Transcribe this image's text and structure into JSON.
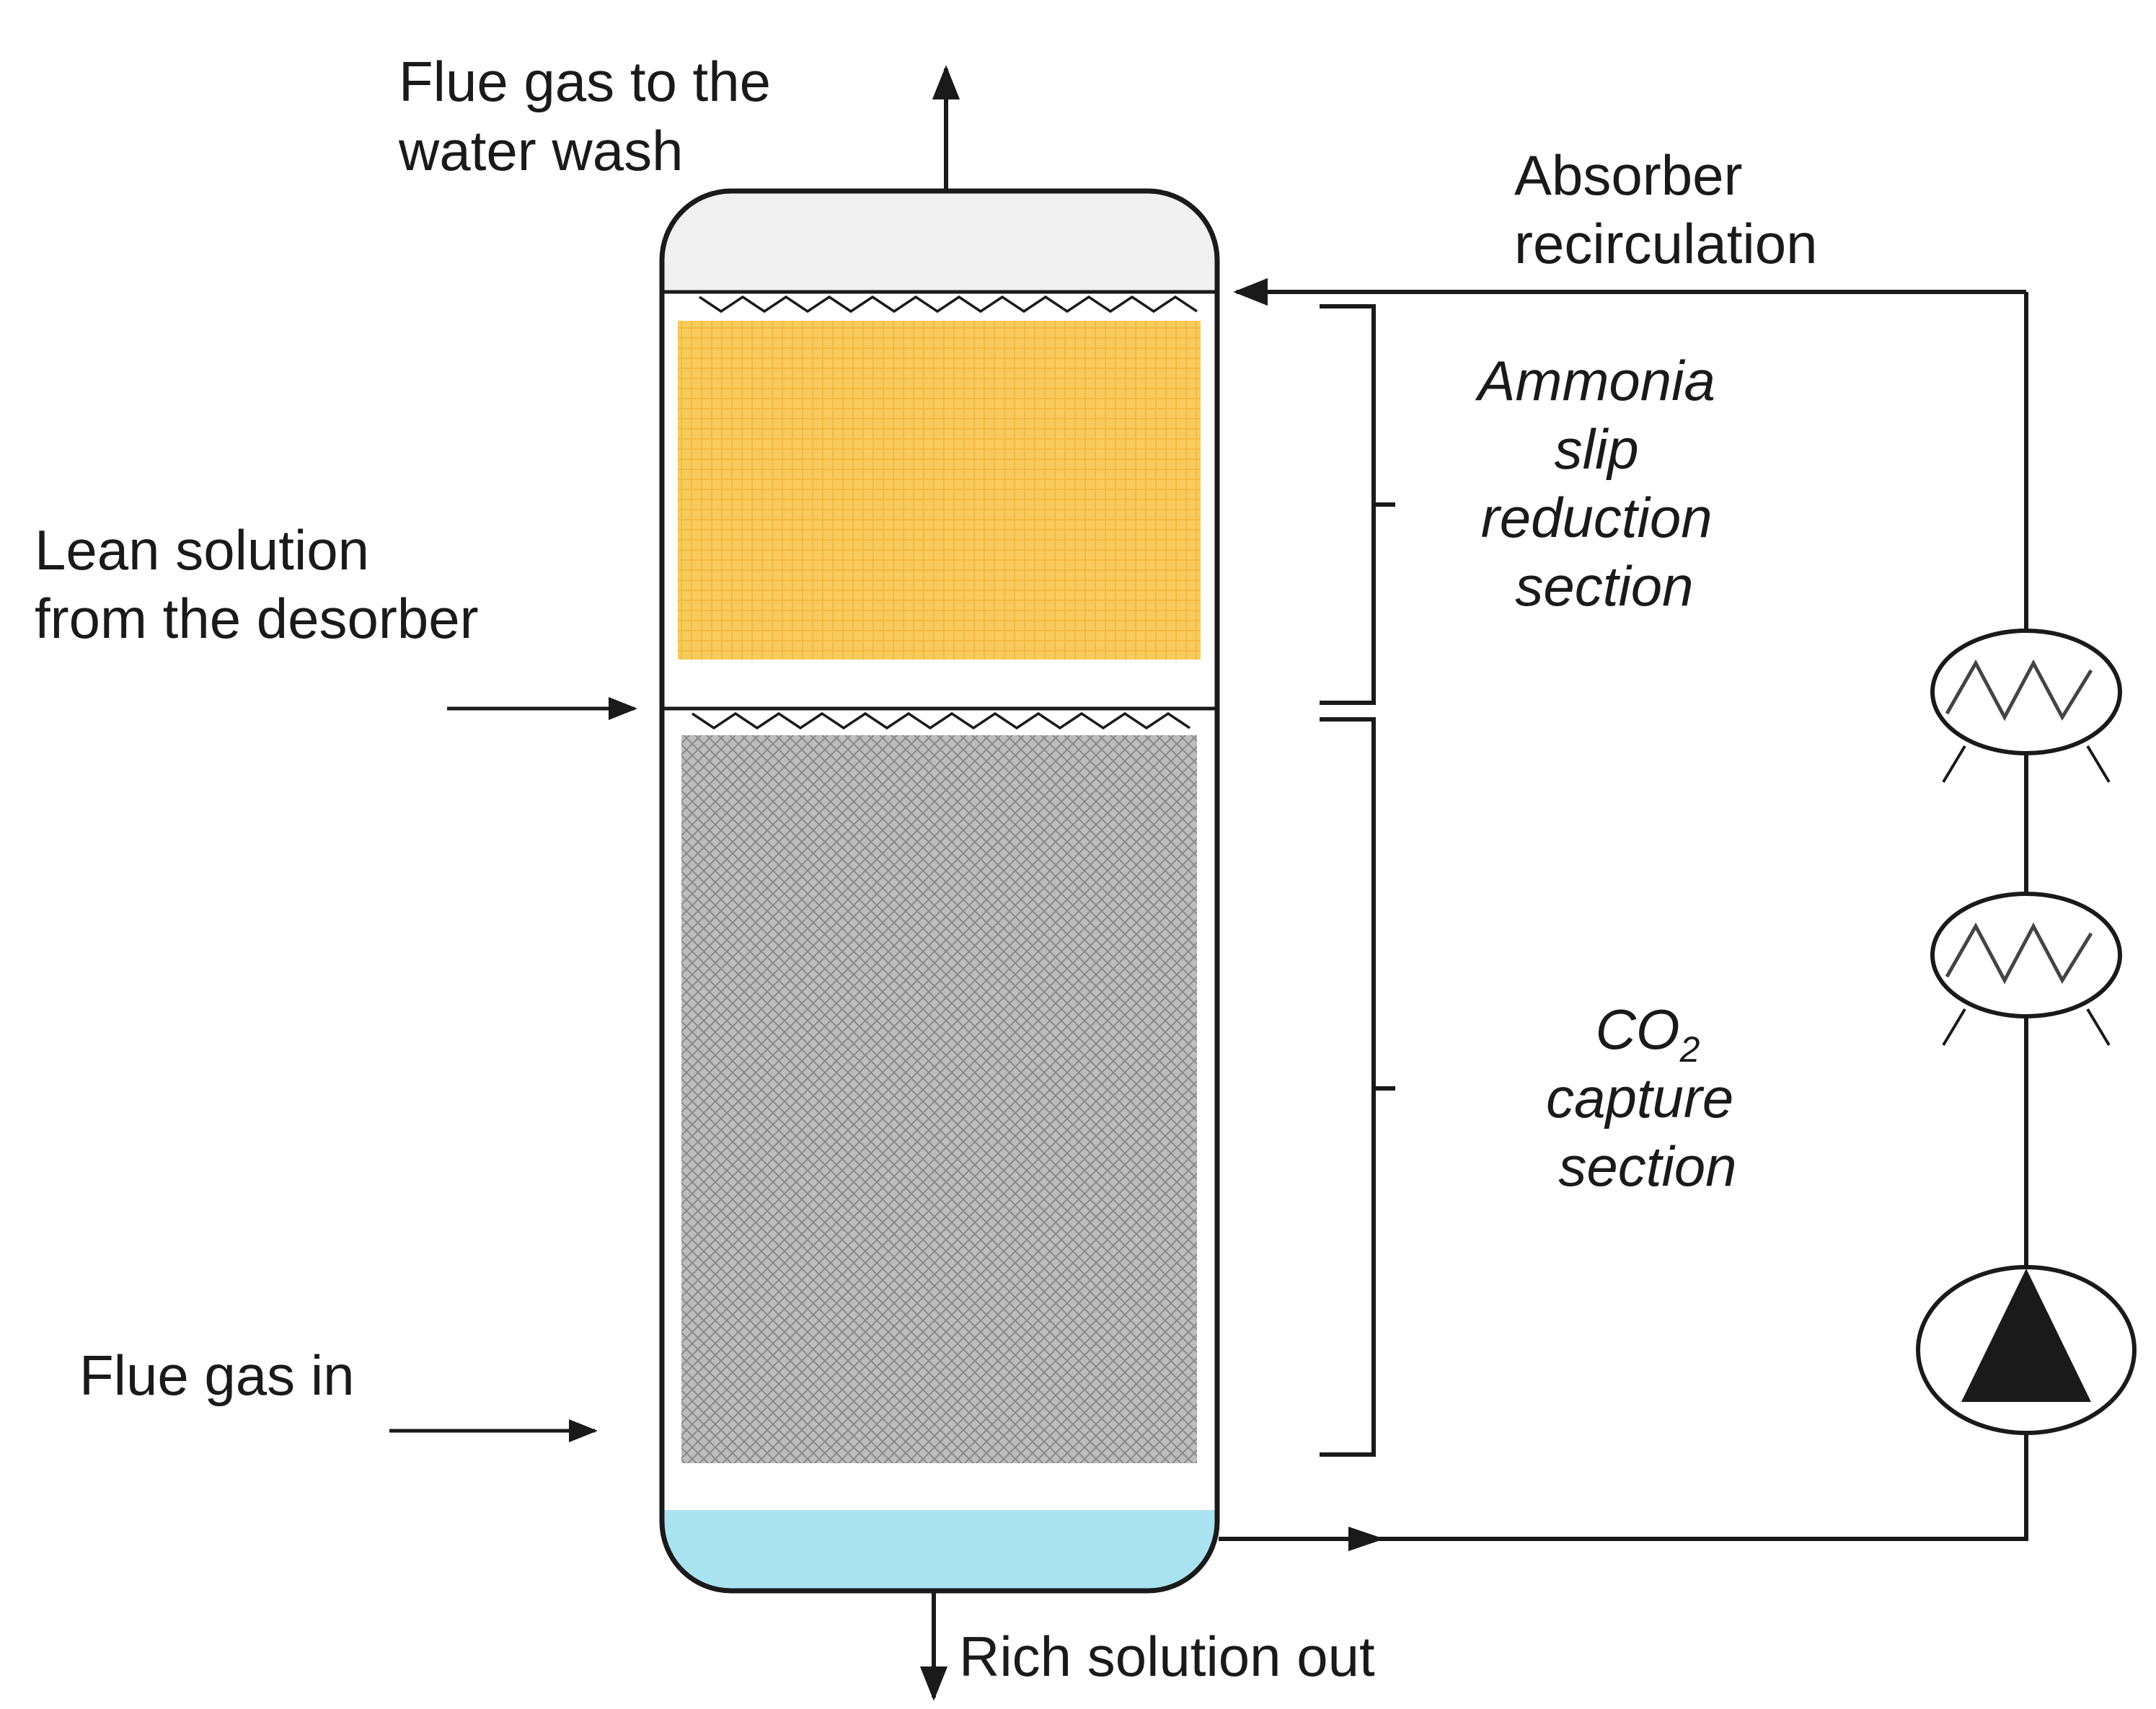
{
  "labels": {
    "flue_gas_out": [
      "Flue gas to the",
      "water wash"
    ],
    "absorber_recirculation": [
      "Absorber",
      "recirculation"
    ],
    "ammonia_section": [
      "Ammonia",
      "slip",
      "reduction",
      "section"
    ],
    "lean_solution": [
      "Lean solution",
      "from the desorber"
    ],
    "co2_prefix": "CO",
    "co2_subscript": "2",
    "co2_section_rest": [
      "capture",
      "section"
    ],
    "flue_gas_in": "Flue gas in",
    "rich_solution_out": "Rich solution out"
  },
  "colors": {
    "ammonia_packing": "#f9cb5c",
    "co2_packing": "#bdbdbd",
    "liquid_sump": "#a9e3f0",
    "column_top": "#f0f0f0",
    "line": "#1a1a1a"
  },
  "icons": [
    "heat-exchanger-icon",
    "heat-exchanger-icon",
    "pump-icon"
  ]
}
